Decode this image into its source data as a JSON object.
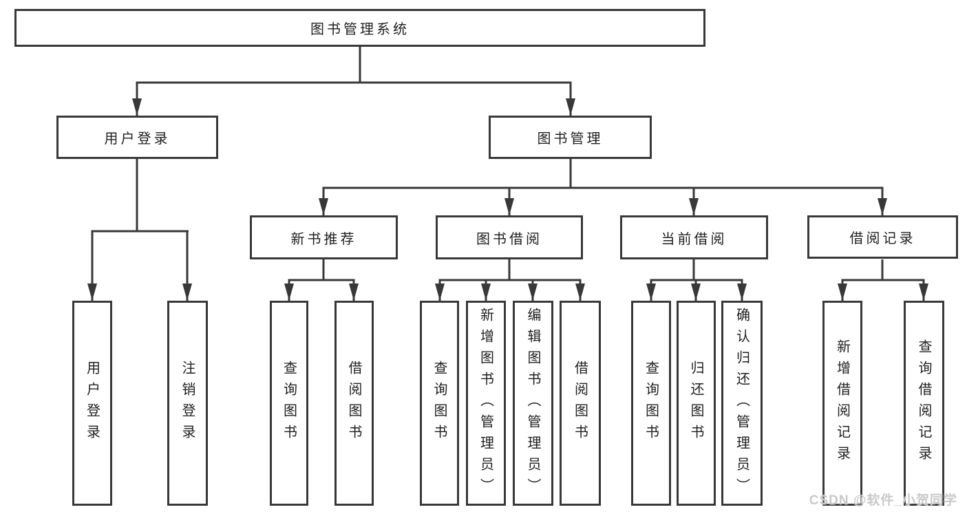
{
  "tree": {
    "root": "图书管理系统",
    "children": [
      {
        "label": "用户登录",
        "children": [
          "用户登录",
          "注销登录"
        ]
      },
      {
        "label": "图书管理",
        "children": [
          {
            "label": "新书推荐",
            "children": [
              "查询图书",
              "借阅图书"
            ]
          },
          {
            "label": "图书借阅",
            "children": [
              "查询图书",
              "新增图书（管理员）",
              "编辑图书（管理员）",
              "借阅图书"
            ]
          },
          {
            "label": "当前借阅",
            "children": [
              "查询图书",
              "归还图书",
              "确认归还（管理员）"
            ]
          },
          {
            "label": "借阅记录",
            "children": [
              "新增借阅记录",
              "查询借阅记录"
            ]
          }
        ]
      }
    ]
  },
  "watermark": {
    "text": "CSDN @软件_小贺同学"
  },
  "colors": {
    "line": "#383838",
    "box_border": "#383838",
    "text": "#1f1f1f",
    "background": "#ffffff",
    "watermark": "#c9c9c9"
  }
}
